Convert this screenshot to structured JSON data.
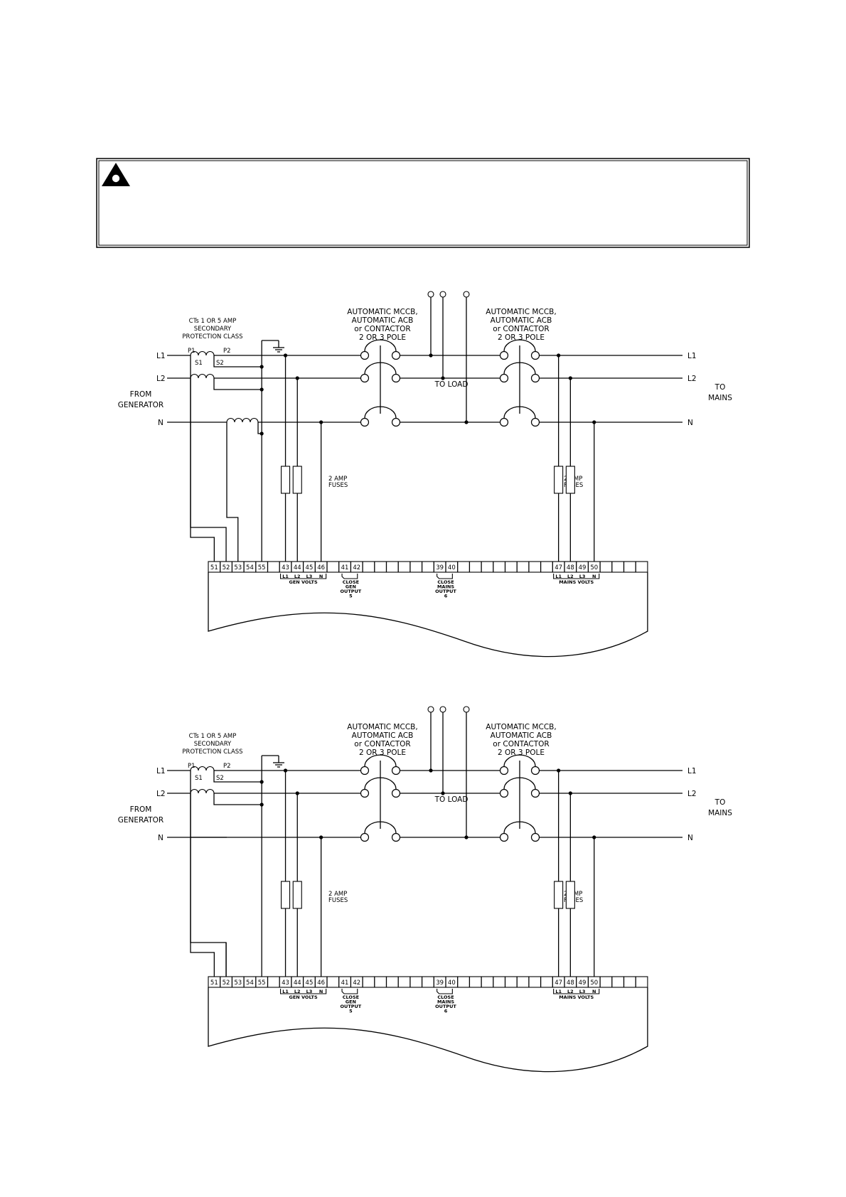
{
  "warning": {
    "icon": "warning-triangle-icon",
    "text": ""
  },
  "diagrams": [
    {
      "lines": {
        "l1": "L1",
        "l2": "L2",
        "n": "N"
      },
      "from_label_1": "FROM",
      "from_label_2": "GENERATOR",
      "to_label_1": "TO",
      "to_label_2": "MAINS",
      "to_load": "TO  LOAD",
      "ct_label": [
        "CTs  1  OR  5  AMP",
        "SECONDARY",
        "PROTECTION  CLASS"
      ],
      "ct_terminals": {
        "p1": "P1",
        "p2": "P2",
        "s1": "S1",
        "s2": "S2"
      },
      "breaker_label": [
        "AUTOMATIC  MCCB,",
        "AUTOMATIC  ACB",
        "or  CONTACTOR",
        "2  OR  3  POLE"
      ],
      "fuse_label": [
        "2  AMP",
        "FUSES"
      ],
      "terminals": [
        "51",
        "52",
        "53",
        "54",
        "55",
        "43",
        "44",
        "45",
        "46",
        "41",
        "42",
        "39",
        "40",
        "47",
        "48",
        "49",
        "50"
      ],
      "gen_sub": [
        "L1",
        "L2",
        "L3",
        "N"
      ],
      "gen_volts": "GEN  VOLTS",
      "mains_sub": [
        "L1",
        "L2",
        "L3",
        "N"
      ],
      "mains_volts": "MAINS  VOLTS",
      "close_gen": [
        "CLOSE",
        "GEN",
        "OUTPUT",
        "5"
      ],
      "close_mains": [
        "CLOSE",
        "MAINS",
        "OUTPUT",
        "6"
      ]
    },
    {
      "lines": {
        "l1": "L1",
        "l2": "L2",
        "n": "N"
      },
      "from_label_1": "FROM",
      "from_label_2": "GENERATOR",
      "to_label_1": "TO",
      "to_label_2": "MAINS",
      "to_load": "TO  LOAD",
      "ct_label": [
        "CTs  1  OR  5  AMP",
        "SECONDARY",
        "PROTECTION  CLASS"
      ],
      "ct_terminals": {
        "p1": "P1",
        "p2": "P2",
        "s1": "S1",
        "s2": "S2"
      },
      "breaker_label": [
        "AUTOMATIC  MCCB,",
        "AUTOMATIC  ACB",
        "or  CONTACTOR",
        "2  OR  3  POLE"
      ],
      "fuse_label": [
        "2  AMP",
        "FUSES"
      ],
      "terminals": [
        "51",
        "52",
        "53",
        "54",
        "55",
        "43",
        "44",
        "45",
        "46",
        "41",
        "42",
        "39",
        "40",
        "47",
        "48",
        "49",
        "50"
      ],
      "gen_sub": [
        "L1",
        "L2",
        "L3",
        "N"
      ],
      "gen_volts": "GEN  VOLTS",
      "mains_sub": [
        "L1",
        "L2",
        "L3",
        "N"
      ],
      "mains_volts": "MAINS  VOLTS",
      "close_gen": [
        "CLOSE",
        "GEN",
        "OUTPUT",
        "5"
      ],
      "close_mains": [
        "CLOSE",
        "MAINS",
        "OUTPUT",
        "6"
      ]
    }
  ]
}
